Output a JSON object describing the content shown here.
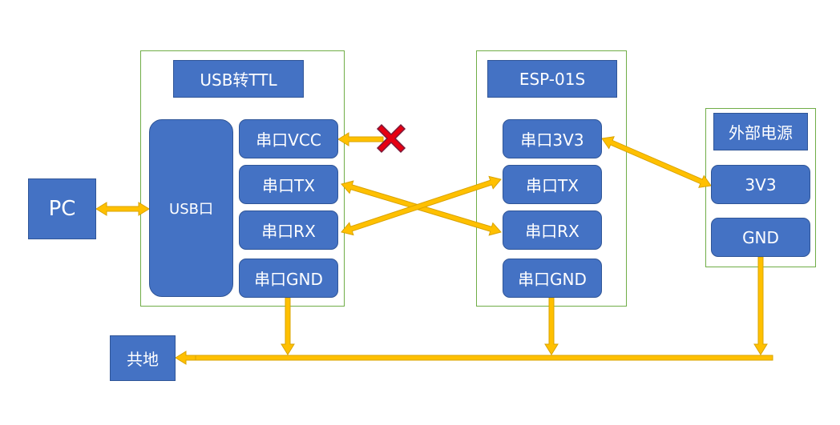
{
  "colors": {
    "box": "#4472c4",
    "box_border": "#2f5597",
    "group_border": "#70ad47",
    "arrow": "#ffc000",
    "arrow_edge": "#d9a300",
    "cross": "#e60012"
  },
  "pc": {
    "label": "PC"
  },
  "gnd_common": {
    "label": "共地"
  },
  "usb_ttl": {
    "title": "USB转TTL",
    "usb_port": "USB口",
    "pins": {
      "vcc": "串口VCC",
      "tx": "串口TX",
      "rx": "串口RX",
      "gnd": "串口GND"
    }
  },
  "esp": {
    "title": "ESP-01S",
    "pins": {
      "v33": "串口3V3",
      "tx": "串口TX",
      "rx": "串口RX",
      "gnd": "串口GND"
    }
  },
  "ext_power": {
    "title": "外部电源",
    "pins": {
      "v33": "3V3",
      "gnd": "GND"
    }
  }
}
